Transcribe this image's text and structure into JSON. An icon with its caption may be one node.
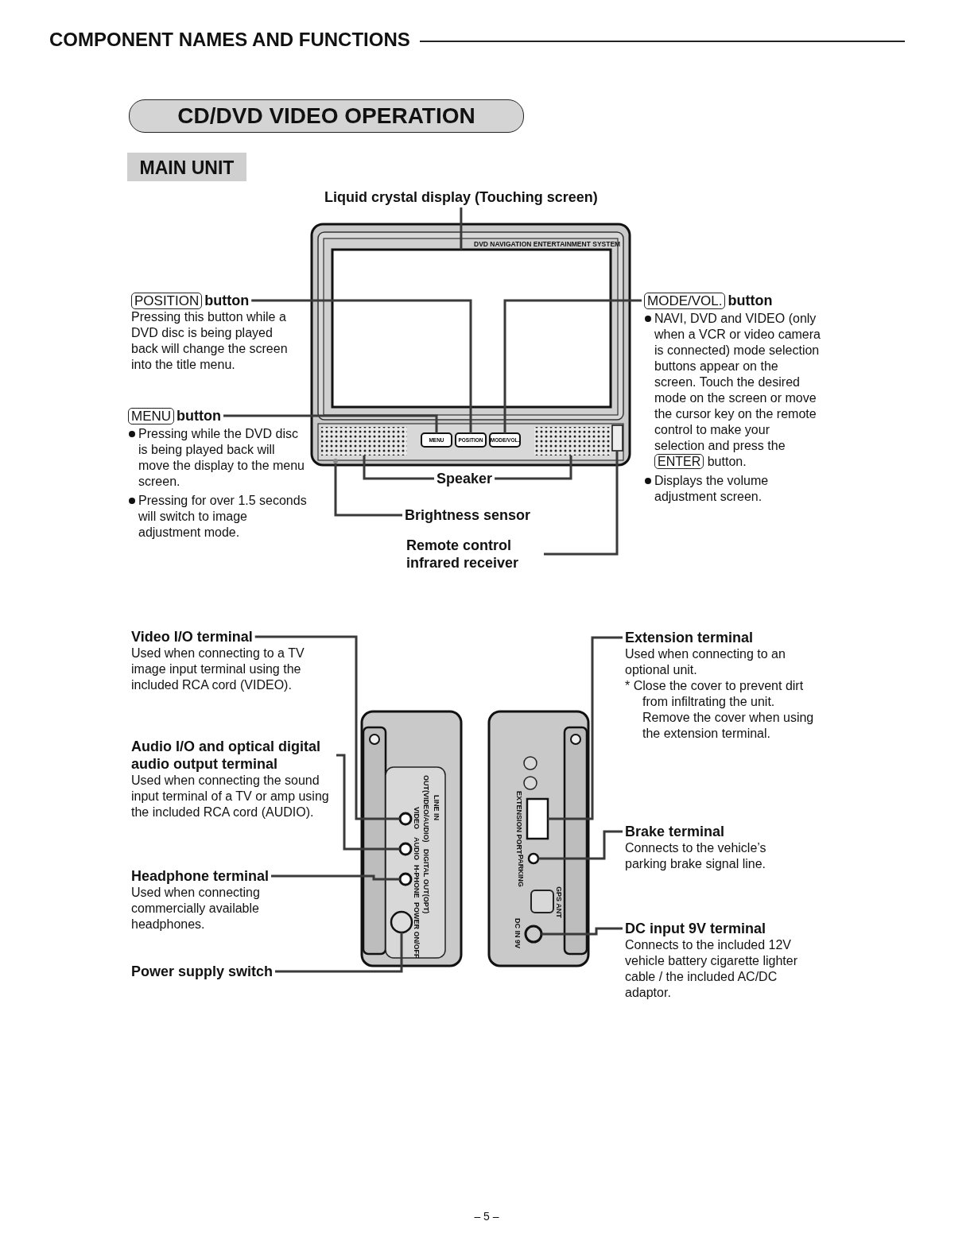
{
  "diagram": {
    "title": "COMPONENT NAMES AND FUNCTIONS",
    "nodes": [
      {
        "text": [
          "Liquid crystal display (Touching screen)"
        ]
      },
      {
        "text": [
          "POSITION",
          "button",
          "Pressing this button while a DVD disc is being played back will change the screen into the title menu."
        ]
      },
      {
        "text": [
          "MENU",
          "button",
          "Pressing while the DVD disc is being played back will move the display to the menu screen.",
          "Pressing for over 1.5 seconds will switch to image adjustment mode."
        ]
      },
      {
        "text": [
          "MODE/VOL.",
          "button",
          "NAVI, DVD and VIDEO (only when a VCR or video camera is connected) mode selection buttons appear on the screen. Touch the desired mode on the screen or move the cursor key on the remote control to make your selection and press the",
          "ENTER",
          "button.",
          "Displays the volume adjustment screen."
        ]
      },
      {
        "text": [
          "Speaker"
        ]
      },
      {
        "text": [
          "Brightness sensor"
        ]
      },
      {
        "text": [
          "Remote control infrared receiver"
        ]
      },
      {
        "text": [
          "Video I/O terminal",
          "Used when connecting to a TV image input terminal using the included RCA cord (VIDEO)."
        ]
      },
      {
        "text": [
          "Audio I/O and optical digital audio output terminal",
          "Used when connecting the sound input terminal of a TV or amp using the included RCA cord (AUDIO)."
        ]
      },
      {
        "text": [
          "Headphone terminal",
          "Used when connecting commercially available headphones."
        ]
      },
      {
        "text": [
          "Power supply switch"
        ]
      },
      {
        "text": [
          "Extension terminal",
          "Used when connecting to an optional unit.",
          "* Close the cover to prevent dirt from infiltrating the unit. Remove the cover when using the extension terminal."
        ]
      },
      {
        "text": [
          "Brake terminal",
          "Connects to the vehicle’s parking brake signal line."
        ]
      },
      {
        "text": [
          "DC input 9V terminal",
          "Connects to the included 12V vehicle battery cigarette lighter cable / the included AC/DC adaptor."
        ]
      },
      {
        "text": [],
        "shape": "box",
        "beside": [
          "DVD NAVIGATION ENTERTAINMENT SYSTEM"
        ]
      },
      {
        "text": [
          "MENU"
        ]
      },
      {
        "text": [
          "POSITION"
        ]
      },
      {
        "text": [
          "MODE/VOL."
        ]
      },
      {
        "text": [],
        "shape": "box"
      },
      {
        "text": [],
        "shape": "box"
      },
      {
        "text": [],
        "shape": "circle"
      },
      {
        "text": [],
        "shape": "box"
      },
      {
        "text": [],
        "shape": "circle",
        "beside": [
          "VIDEO"
        ]
      },
      {
        "text": [],
        "shape": "circle",
        "beside": [
          "AUDIO"
        ]
      },
      {
        "text": [],
        "shape": "circle",
        "beside": [
          "H-PHONE"
        ]
      },
      {
        "text": [],
        "shape": "circle",
        "beside": [
          "POWER ON/OFF"
        ]
      },
      {
        "text": [],
        "shape": "box",
        "beside": [
          "EXTENSION PORT"
        ]
      },
      {
        "text": [],
        "shape": "circle",
        "beside": [
          "PARKING"
        ]
      },
      {
        "text": [],
        "shape": "circle",
        "beside": [
          "DC IN 9V"
        ]
      }
    ],
    "edges": [
      {
        "from": 0,
        "to": 14,
        "arrow": "none"
      },
      {
        "from": 1,
        "to": 16,
        "arrow": "none"
      },
      {
        "from": 2,
        "to": 15,
        "arrow": "none"
      },
      {
        "from": 3,
        "to": 17,
        "arrow": "none"
      },
      {
        "from": 4,
        "to": 18,
        "arrow": "none"
      },
      {
        "from": 4,
        "to": 19,
        "arrow": "none"
      },
      {
        "from": 5,
        "to": 20,
        "arrow": "none"
      },
      {
        "from": 6,
        "to": 21,
        "arrow": "none"
      },
      {
        "from": 7,
        "to": 22,
        "arrow": "none"
      },
      {
        "from": 8,
        "to": 23,
        "arrow": "none"
      },
      {
        "from": 9,
        "to": 24,
        "arrow": "none"
      },
      {
        "from": 10,
        "to": 25,
        "arrow": "none"
      },
      {
        "from": 11,
        "to": 26,
        "arrow": "none"
      },
      {
        "from": 12,
        "to": 27,
        "arrow": "none"
      },
      {
        "from": 13,
        "to": 28,
        "arrow": "none"
      }
    ],
    "labels": [
      "CD/DVD VIDEO OPERATION",
      "MAIN UNIT",
      "LINE IN",
      "OUT(VIDEO/AUDIO)",
      "DIGITAL OUT(OPT)",
      "GPS ANT",
      "– 5 –"
    ]
  }
}
